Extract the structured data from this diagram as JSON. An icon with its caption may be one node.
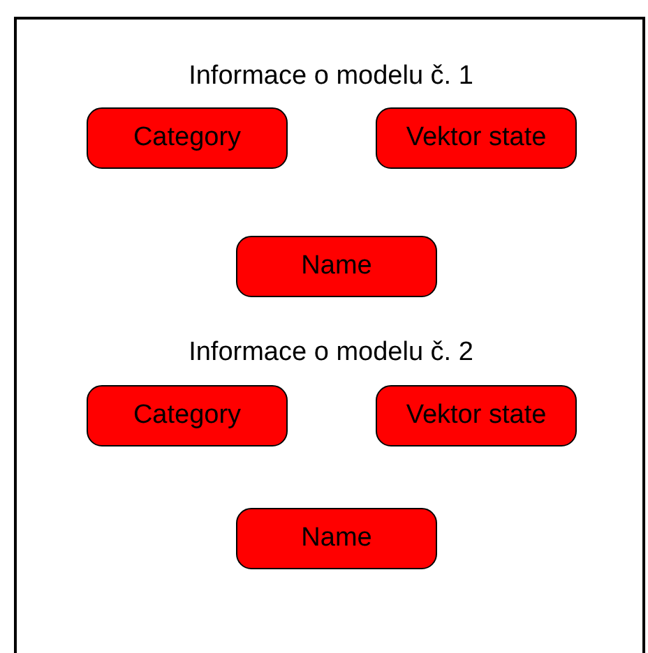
{
  "diagram": {
    "nodes": [
      {
        "text": [],
        "shape": "box"
      },
      {
        "text": [
          "Category"
        ],
        "in": 0
      },
      {
        "text": [
          "Vektor state"
        ],
        "in": 0
      },
      {
        "text": [
          "Name"
        ],
        "in": 0
      },
      {
        "text": [
          "Category"
        ],
        "in": 0
      },
      {
        "text": [
          "Vektor state"
        ],
        "in": 0
      },
      {
        "text": [
          "Name"
        ],
        "in": 0
      }
    ],
    "edges": [],
    "labels": [
      "Informace o modelu č. 1",
      "Informace o modelu č. 2"
    ]
  }
}
